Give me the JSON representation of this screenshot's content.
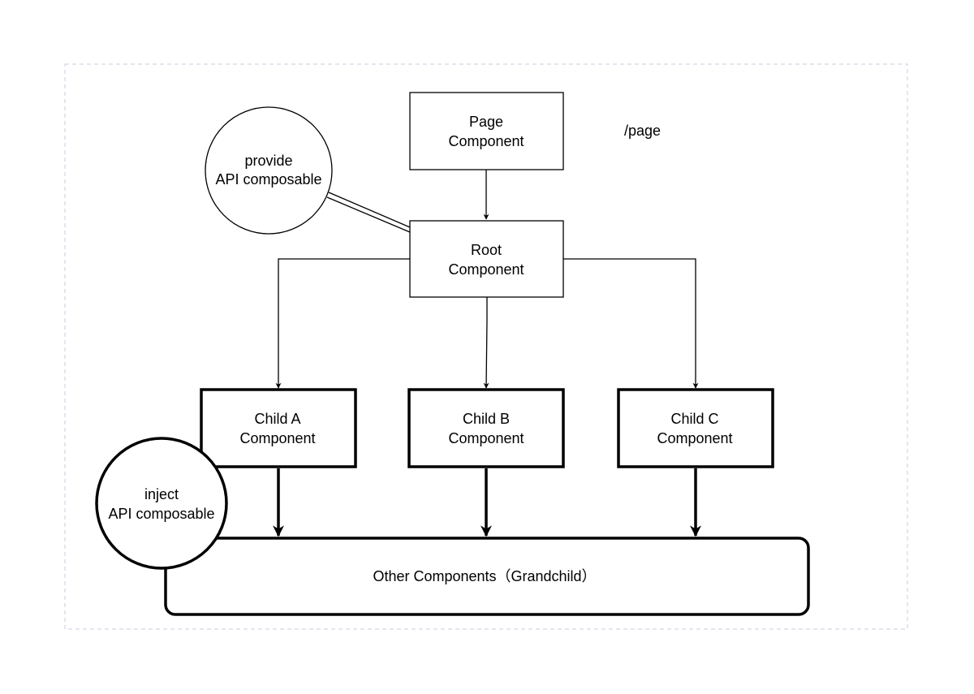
{
  "route_label": "/page",
  "nodes": {
    "page": {
      "line1": "Page",
      "line2": "Component"
    },
    "root": {
      "line1": "Root",
      "line2": "Component"
    },
    "child_a": {
      "line1": "Child A",
      "line2": "Component"
    },
    "child_b": {
      "line1": "Child B",
      "line2": "Component"
    },
    "child_c": {
      "line1": "Child C",
      "line2": "Component"
    },
    "provide": {
      "line1": "provide",
      "line2": "API composable"
    },
    "inject": {
      "line1": "inject",
      "line2": "API composable"
    },
    "grandchild": {
      "label": "Other Components（Grandchild）"
    }
  },
  "colors": {
    "stroke": "#000000",
    "frame": "#c8cce0",
    "fill": "#ffffff"
  }
}
